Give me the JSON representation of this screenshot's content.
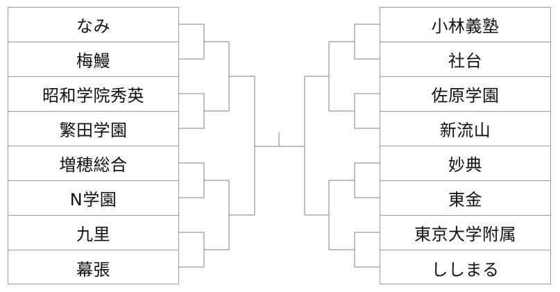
{
  "left_teams": [
    "なみ",
    "梅鰻",
    "昭和学院秀英",
    "繁田学園",
    "増穂総合",
    "N学園",
    "九里",
    "幕張"
  ],
  "right_teams": [
    "小林義塾",
    "社台",
    "佐原学園",
    "新流山",
    "妙典",
    "東金",
    "東京大学附属",
    "ししまる"
  ]
}
